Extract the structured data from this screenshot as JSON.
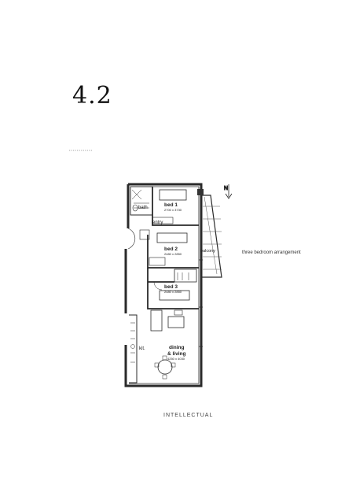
{
  "heading": "4.2",
  "arrangement_label": "three bedroom arrangement",
  "footer": "INTELLECTUAL",
  "north": "N",
  "rooms": {
    "bath": "bath",
    "bed1": "bed 1",
    "bed1_dims": "2700 x 3730",
    "entry": "entry",
    "bed2": "bed 2",
    "bed2_dims": "2480 x 2850",
    "balcony": "balcony",
    "bed3": "bed 3",
    "bed3_dims": "2480 x 2850",
    "kit": "kit.",
    "dining": "dining",
    "living": "& living",
    "living_dims": "4250 x 4030"
  }
}
